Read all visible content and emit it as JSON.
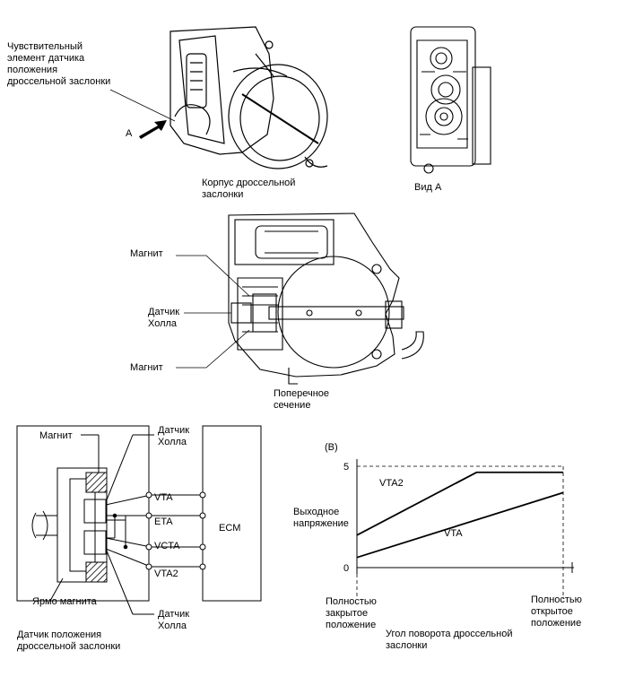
{
  "top": {
    "sensor_element_label": "Чувствительный\nэлемент датчика\nположения\nдроссельной заслонки",
    "arrow_a_label": "A",
    "body_label": "Корпус дроссельной\nзаслонки",
    "view_a_label": "Вид A"
  },
  "cross_section": {
    "magnet_top_label": "Магнит",
    "hall_label": "Датчик\nХолла",
    "magnet_bottom_label": "Магнит",
    "caption": "Поперечное\nсечение"
  },
  "circuit": {
    "magnet_label": "Магнит",
    "hall_top_label": "Датчик\nХолла",
    "hall_bottom_label": "Датчик\nХолла",
    "yoke_label": "Ярмо магнита",
    "sensor_caption": "Датчик положения\nдроссельной заслонки",
    "ecm_label": "ECM",
    "pins": [
      "VTA",
      "ETA",
      "VCTA",
      "VTA2"
    ]
  },
  "chart_data": {
    "type": "line",
    "panel_label": "(B)",
    "ylabel": "Выходное\nнапряжение",
    "xlabel": "Угол поворота дроссельной\nзаслонки",
    "y_ticks": [
      "5",
      "0"
    ],
    "x_tick_left": "Полностью\nзакрытое\nположение",
    "x_tick_right": "Полностью\nоткрытое\nположение",
    "ylim": [
      0,
      5
    ],
    "x": [
      0,
      1
    ],
    "series": [
      {
        "name": "VTA2",
        "points": [
          [
            0,
            1.6
          ],
          [
            0.58,
            4.7
          ],
          [
            1,
            4.7
          ]
        ]
      },
      {
        "name": "VTA",
        "points": [
          [
            0,
            0.5
          ],
          [
            1,
            3.7
          ]
        ]
      }
    ]
  }
}
